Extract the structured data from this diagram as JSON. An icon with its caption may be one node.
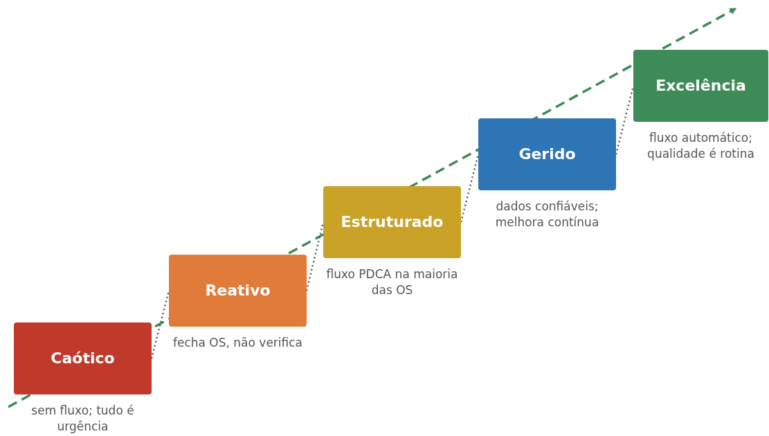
{
  "diagram": {
    "nodes": [
      {
        "text": [
          "Caótico"
        ],
        "beside": [
          "sem fluxo; tudo é urgência"
        ]
      },
      {
        "text": [
          "Reativo"
        ],
        "beside": [
          "fecha OS, não verifica"
        ]
      },
      {
        "text": [
          "Estruturado"
        ],
        "beside": [
          "fluxo PDCA na maioria das OS"
        ]
      },
      {
        "text": [
          "Gerido"
        ],
        "beside": [
          "dados confiáveis; melhora contínua"
        ]
      },
      {
        "text": [
          "Excelência"
        ],
        "beside": [
          "fluxo automático; qualidade é rotina"
        ]
      }
    ],
    "edges": [
      {
        "from": 0,
        "to": 1,
        "arrow": "none"
      },
      {
        "from": 1,
        "to": 2,
        "arrow": "none"
      },
      {
        "from": 2,
        "to": 3,
        "arrow": "none"
      },
      {
        "from": 3,
        "to": 4,
        "arrow": "none"
      }
    ]
  }
}
